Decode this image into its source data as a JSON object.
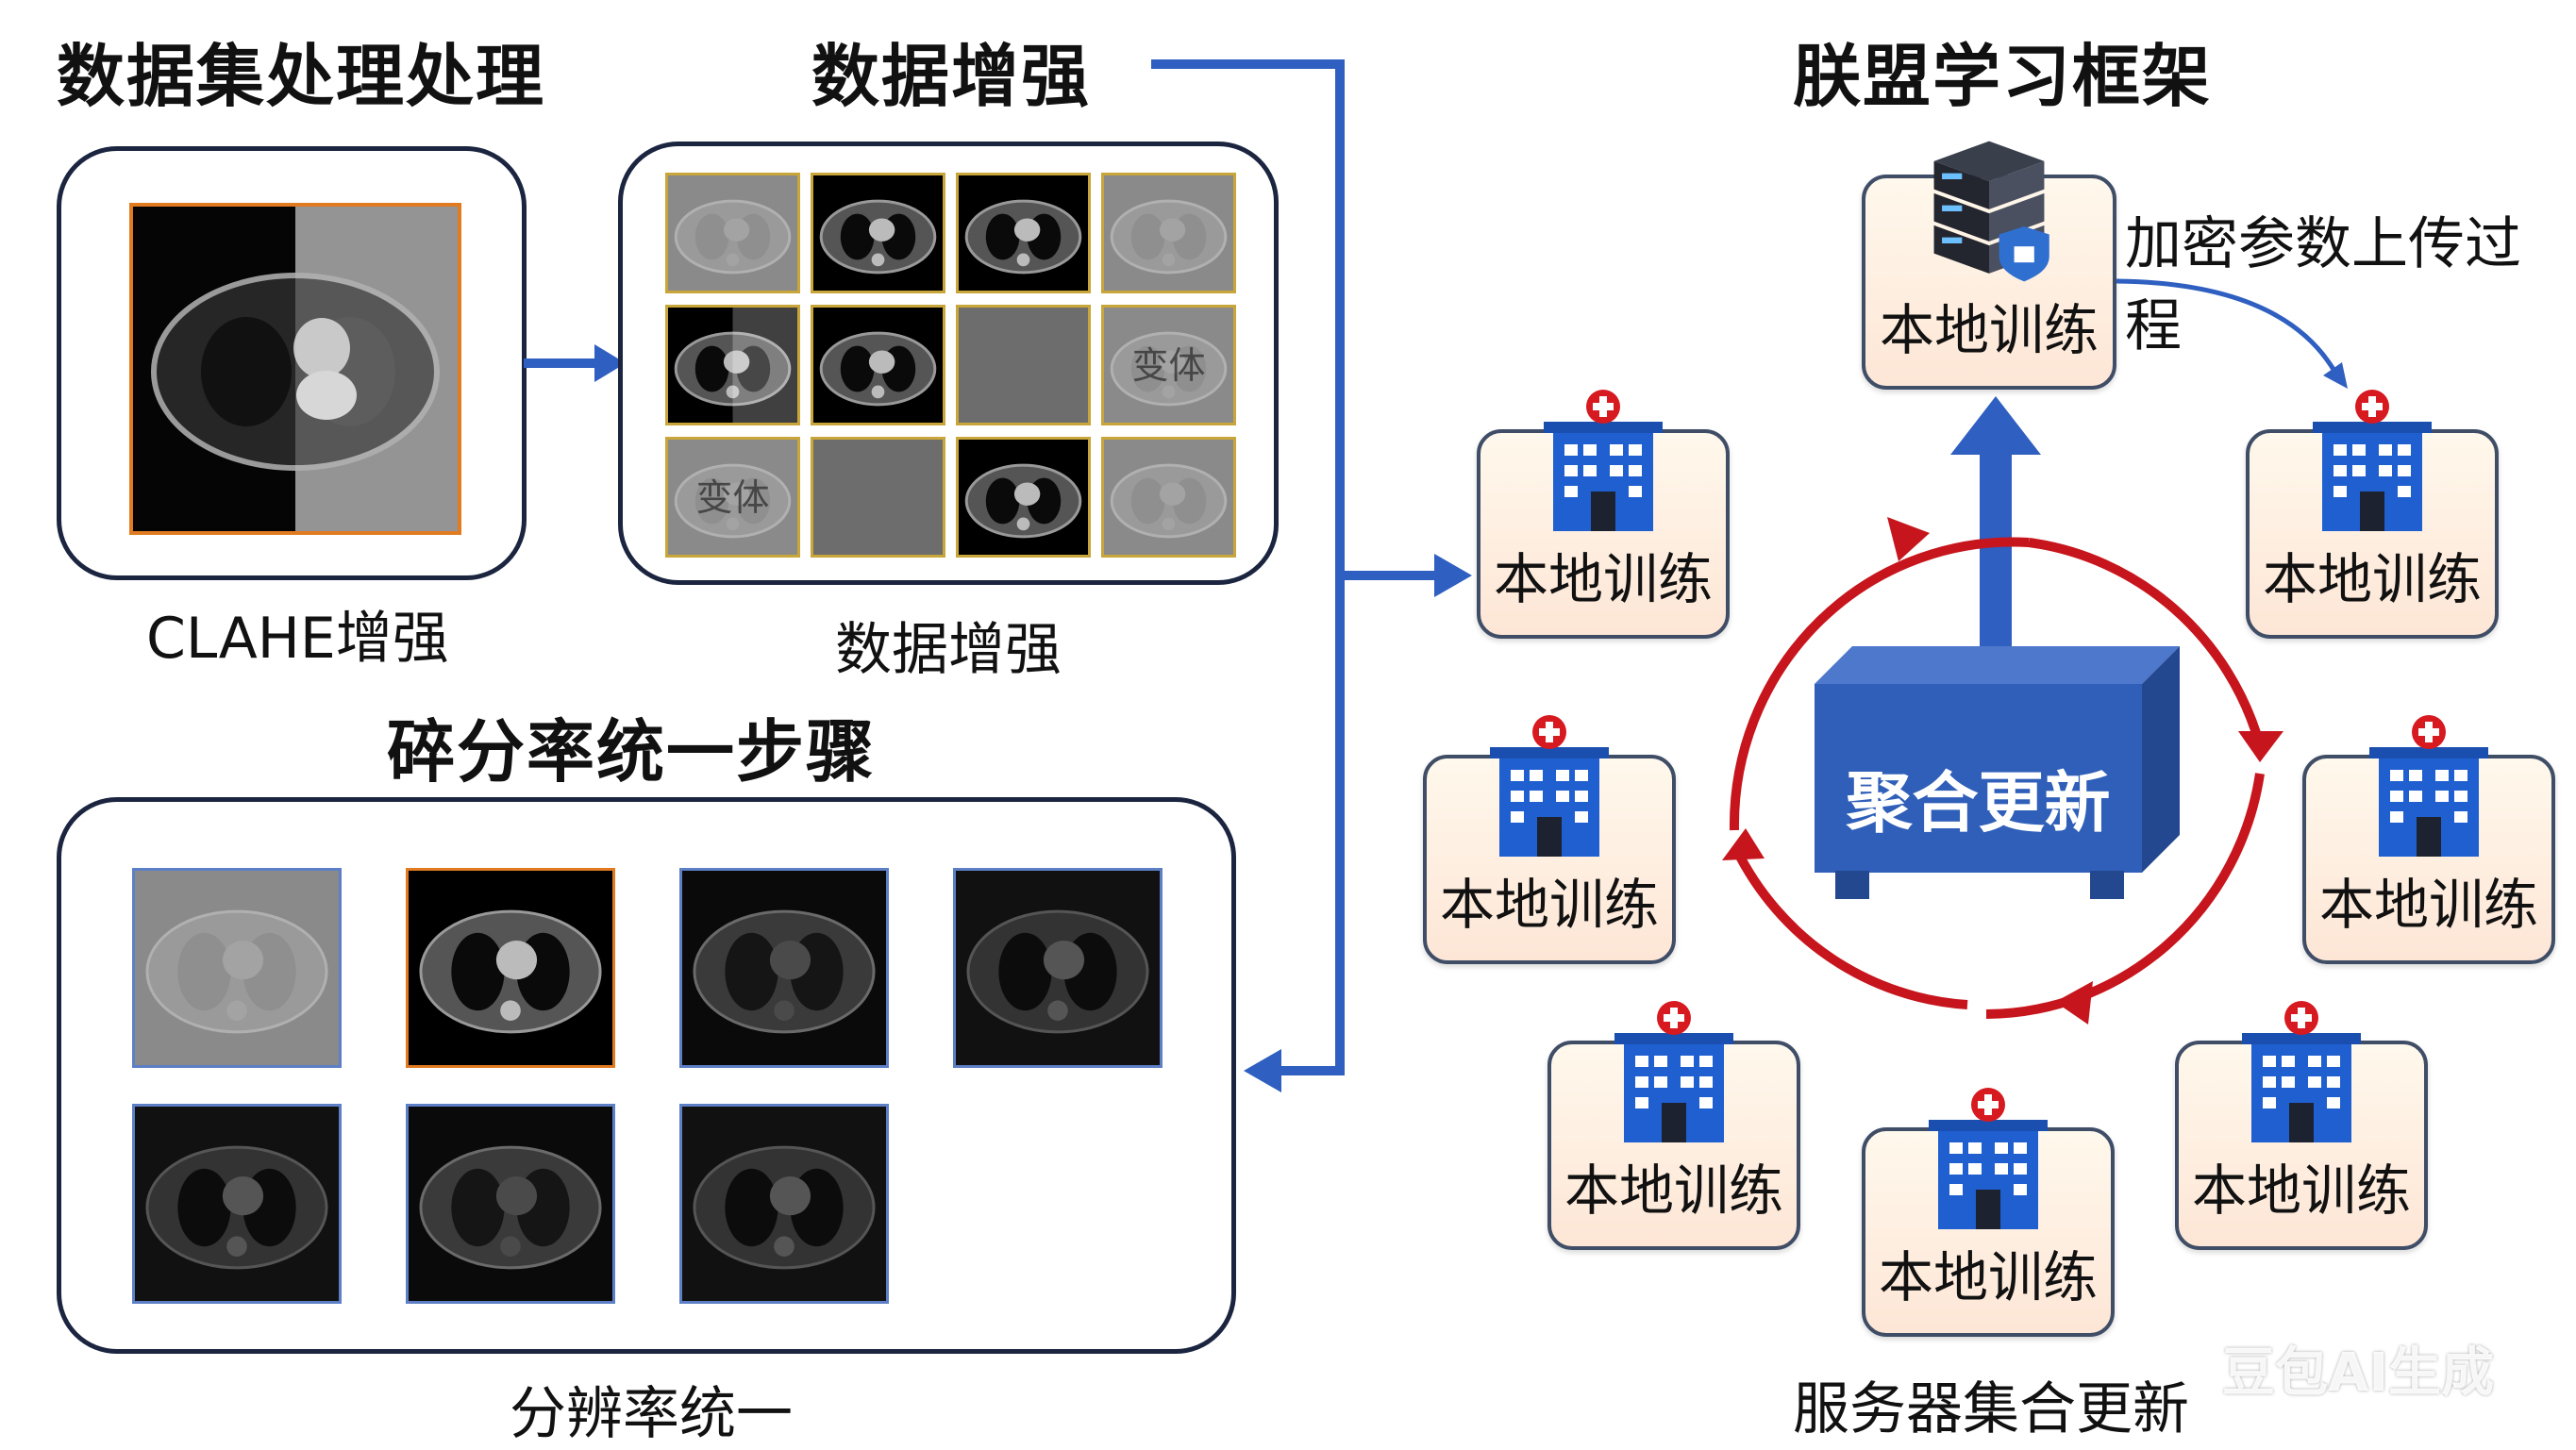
{
  "titles": {
    "dataset": "数据集处理处理",
    "augment": "数据增强",
    "resolution": "碎分率统一步骤",
    "federated": "朕盟学习框架"
  },
  "captions": {
    "clahe": "CLAHE增强",
    "augment": "数据增强",
    "resolution": "分辨率统一",
    "server_update": "服务器集合更新"
  },
  "augment_grid": {
    "watermark_text": "变体"
  },
  "federated": {
    "top_node_label": "本地训练",
    "upload_label": "加密参数上传过程",
    "aggregate_label": "聚合更新",
    "hospital_labels": [
      "本地训练",
      "本地训练",
      "本地训练",
      "本地训练",
      "本地训练",
      "本地训练",
      "本地训练"
    ]
  },
  "colors": {
    "flow_arrow": "#2f5fc0",
    "cycle_arrow": "#c7151d",
    "aggregate_box": "#2f5fb8",
    "panel_border": "#1b2540"
  },
  "icons": [
    "server-stack-icon",
    "shield-lock-icon",
    "hospital-icon",
    "red-cross-icon"
  ],
  "watermark": "豆包AI生成"
}
